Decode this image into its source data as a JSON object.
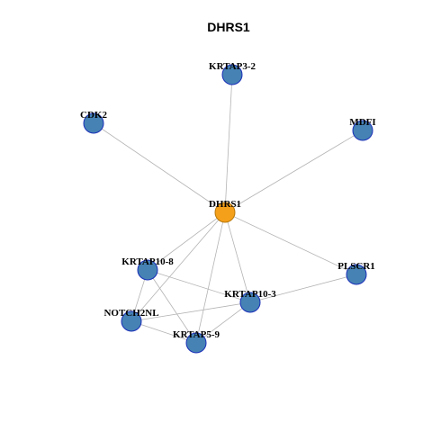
{
  "title": "DHRS1",
  "colors": {
    "hub_fill": "#f5a01a",
    "hub_stroke": "#b8780a",
    "node_fill": "#4682b4",
    "node_stroke": "#1a2fb8",
    "edge": "#b4b4b4"
  },
  "nodes": [
    {
      "id": "DHRS1",
      "label": "DHRS1",
      "hub": true
    },
    {
      "id": "KRTAP3-2",
      "label": "KRTAP3-2",
      "hub": false
    },
    {
      "id": "CDK2",
      "label": "CDK2",
      "hub": false
    },
    {
      "id": "MDFI",
      "label": "MDFI",
      "hub": false
    },
    {
      "id": "KRTAP10-8",
      "label": "KRTAP10-8",
      "hub": false
    },
    {
      "id": "PLSCR1",
      "label": "PLSCR1",
      "hub": false
    },
    {
      "id": "KRTAP10-3",
      "label": "KRTAP10-3",
      "hub": false
    },
    {
      "id": "NOTCH2NL",
      "label": "NOTCH2NL",
      "hub": false
    },
    {
      "id": "KRTAP5-9",
      "label": "KRTAP5-9",
      "hub": false
    }
  ],
  "edges": [
    [
      "DHRS1",
      "KRTAP3-2"
    ],
    [
      "DHRS1",
      "CDK2"
    ],
    [
      "DHRS1",
      "MDFI"
    ],
    [
      "DHRS1",
      "KRTAP10-8"
    ],
    [
      "DHRS1",
      "PLSCR1"
    ],
    [
      "DHRS1",
      "KRTAP10-3"
    ],
    [
      "DHRS1",
      "NOTCH2NL"
    ],
    [
      "DHRS1",
      "KRTAP5-9"
    ],
    [
      "KRTAP10-8",
      "KRTAP10-3"
    ],
    [
      "KRTAP10-8",
      "NOTCH2NL"
    ],
    [
      "KRTAP10-8",
      "KRTAP5-9"
    ],
    [
      "KRTAP10-3",
      "PLSCR1"
    ],
    [
      "KRTAP10-3",
      "NOTCH2NL"
    ],
    [
      "KRTAP10-3",
      "KRTAP5-9"
    ],
    [
      "NOTCH2NL",
      "KRTAP5-9"
    ]
  ]
}
